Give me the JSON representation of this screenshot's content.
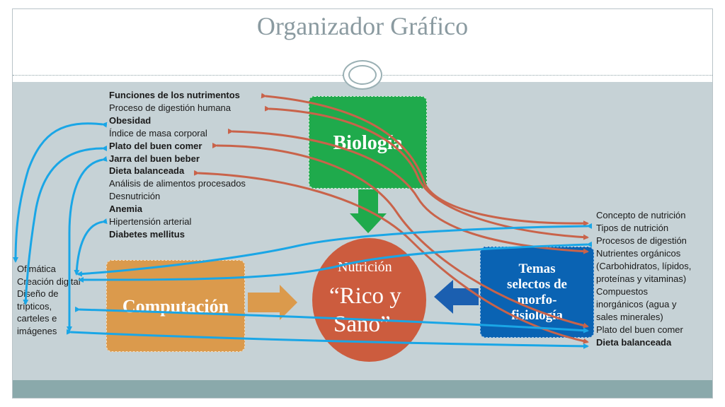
{
  "title": "Organizador Gráfico",
  "colors": {
    "biologia": "#1faa4c",
    "computacion": "#db9a4c",
    "temas": "#0a63b3",
    "nutricion": "#cc5c3e",
    "red_arrows": "#c9634a",
    "blue_arrows": "#1aa6e6",
    "background": "#c6d2d6",
    "footer": "#8aa9ab"
  },
  "nodes": {
    "biologia": "Biología",
    "computacion": "Computación",
    "temas": [
      "Temas",
      "selectos de",
      "morfo-",
      "fisiología"
    ],
    "nutricion_small": "Nutrición",
    "nutricion_big": [
      "“Rico y",
      "Sano”"
    ]
  },
  "biologia_topics": [
    {
      "text": "Funciones de los nutrimentos",
      "bold": true
    },
    {
      "text": "Proceso de digestión humana",
      "bold": false
    },
    {
      "text": "Obesidad",
      "bold": true
    },
    {
      "text": "Índice de masa corporal",
      "bold": false
    },
    {
      "text": "Plato del buen comer",
      "bold": true
    },
    {
      "text": "Jarra del buen beber",
      "bold": true
    },
    {
      "text": "Dieta balanceada",
      "bold": true
    },
    {
      "text": "Análisis de alimentos procesados",
      "bold": false
    },
    {
      "text": "Desnutrición",
      "bold": false
    },
    {
      "text": "Anemia",
      "bold": true
    },
    {
      "text": "Hipertensión arterial",
      "bold": false
    },
    {
      "text": "Diabetes mellitus",
      "bold": true
    }
  ],
  "computacion_topics": [
    {
      "text": "Ofimática",
      "bold": false
    },
    {
      "text": "Creación digital",
      "bold": false
    },
    {
      "text": "Diseño de",
      "bold": false
    },
    {
      "text": "trípticos,",
      "bold": false
    },
    {
      "text": "carteles e",
      "bold": false
    },
    {
      "text": "imágenes",
      "bold": false
    }
  ],
  "temas_topics": [
    {
      "text": "Concepto de nutrición",
      "bold": false
    },
    {
      "text": "Tipos de nutrición",
      "bold": false
    },
    {
      "text": "Procesos de digestión",
      "bold": false
    },
    {
      "text": "Nutrientes orgánicos",
      "bold": false
    },
    {
      "text": "(Carbohidratos, lípidos,",
      "bold": false
    },
    {
      "text": "proteínas y vitaminas)",
      "bold": false
    },
    {
      "text": "Compuestos",
      "bold": false
    },
    {
      "text": "inorgánicos (agua y",
      "bold": false
    },
    {
      "text": "sales minerales)",
      "bold": false
    },
    {
      "text": "Plato del buen comer",
      "bold": false
    },
    {
      "text": "Dieta balanceada",
      "bold": true
    }
  ]
}
